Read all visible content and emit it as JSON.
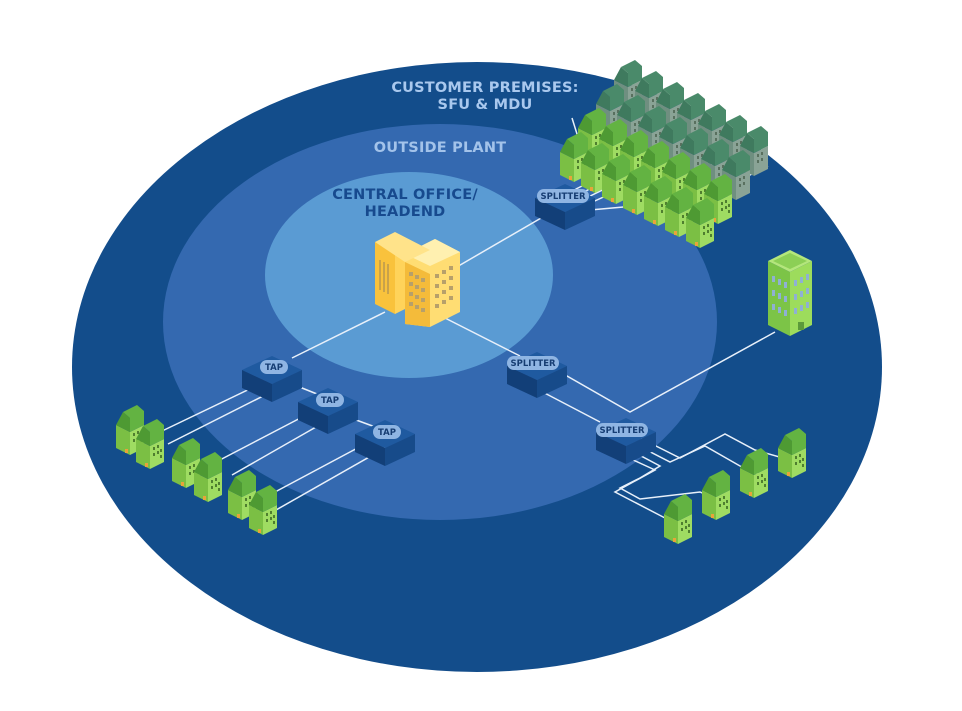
{
  "zones": {
    "customer_premises": {
      "line1": "CUSTOMER PREMISES:",
      "line2": "SFU & MDU"
    },
    "outside_plant": {
      "label": "OUTSIDE PLANT"
    },
    "central_office": {
      "line1": "CENTRAL OFFICE/",
      "line2": "HEADEND"
    }
  },
  "devices": {
    "splitter_top": "SPLITTER",
    "splitter_mid": "SPLITTER",
    "splitter_low": "SPLITTER",
    "tap_1": "TAP",
    "tap_2": "TAP",
    "tap_3": "TAP"
  },
  "colors": {
    "customer_zone": "#134d8b",
    "outside_plant_zone": "#3469b0",
    "central_office_zone": "#5a9bd3",
    "device_top": "#1f5aa0",
    "device_side": "#123f78",
    "cable": "#e8f0fa",
    "house_green": "#8dd14f",
    "house_roof": "#5aa63a",
    "mdu_green": "#8ed35a",
    "headend_yellow": "#ffd35a"
  },
  "houses_counts": {
    "sfu_top_cluster": 28,
    "tap_houses": 6,
    "splitter_low_houses": 4,
    "mdu_buildings": 1
  }
}
